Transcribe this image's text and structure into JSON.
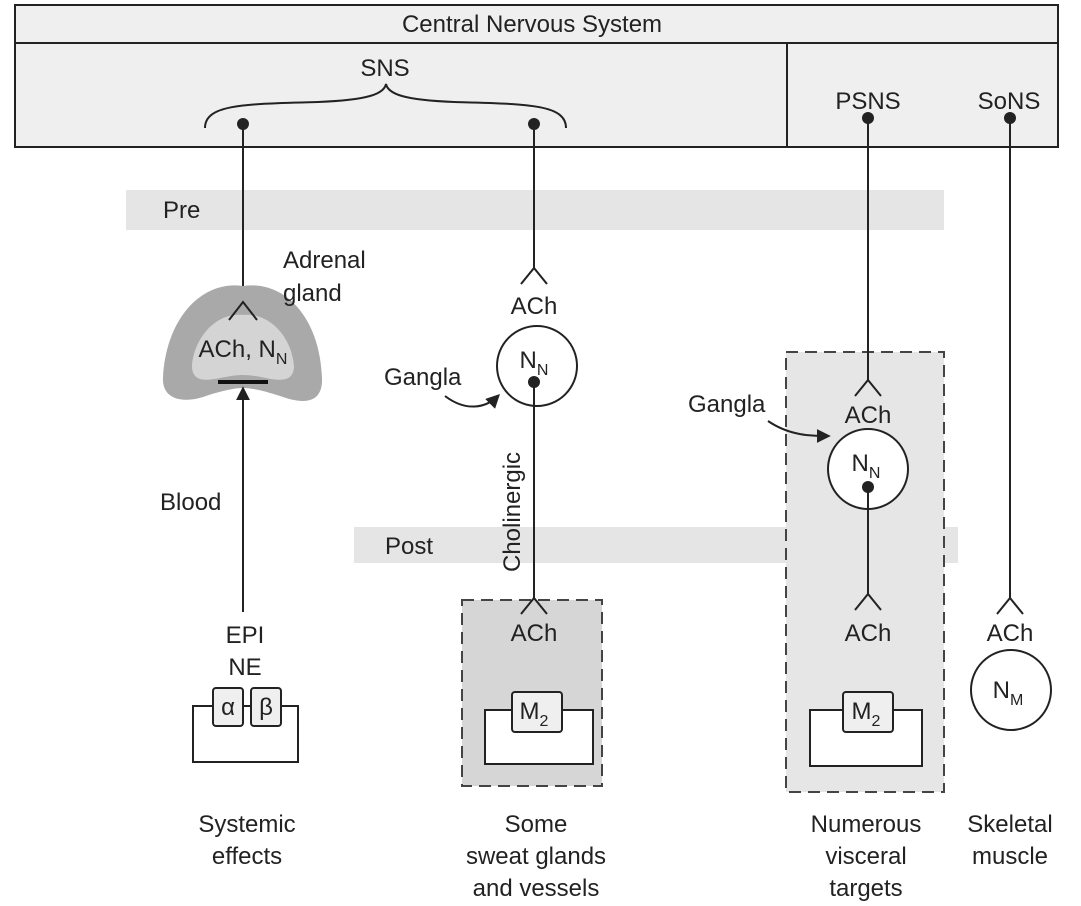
{
  "colors": {
    "band": "#e5e5e5",
    "box_fill": "#efefef",
    "adrenal_outer": "#a9a9a9",
    "adrenal_inner": "#d4d4d4",
    "target_shade": "#d6d6d6",
    "ink": "#222222"
  },
  "header": {
    "title": "Central Nervous System",
    "sns": "SNS",
    "psns": "PSNS",
    "sons": "SoNS"
  },
  "bands": {
    "pre": "Pre",
    "post": "Post"
  },
  "adrenal": {
    "label_line1": "Adrenal",
    "label_line2": "gland",
    "receptor": "ACh, N",
    "receptor_sub": "N",
    "blood": "Blood",
    "epi": "EPI",
    "ne": "NE",
    "alpha": "α",
    "beta": "β",
    "caption_line1": "Systemic",
    "caption_line2": "effects"
  },
  "sweat": {
    "ach_pre": "ACh",
    "ganglion": "N",
    "ganglion_sub": "N",
    "gangla": "Gangla",
    "cholinergic": "Cholinergic",
    "ach_post": "ACh",
    "receptor": "M",
    "receptor_sub": "2",
    "caption_line1": "Some",
    "caption_line2": "sweat glands",
    "caption_line3": "and vessels"
  },
  "visceral": {
    "gangla": "Gangla",
    "ach_pre": "ACh",
    "ganglion": "N",
    "ganglion_sub": "N",
    "ach_post": "ACh",
    "receptor": "M",
    "receptor_sub": "2",
    "caption_line1": "Numerous",
    "caption_line2": "visceral",
    "caption_line3": "targets"
  },
  "skeletal": {
    "ach": "ACh",
    "receptor": "N",
    "receptor_sub": "M",
    "caption_line1": "Skeletal",
    "caption_line2": "muscle"
  }
}
